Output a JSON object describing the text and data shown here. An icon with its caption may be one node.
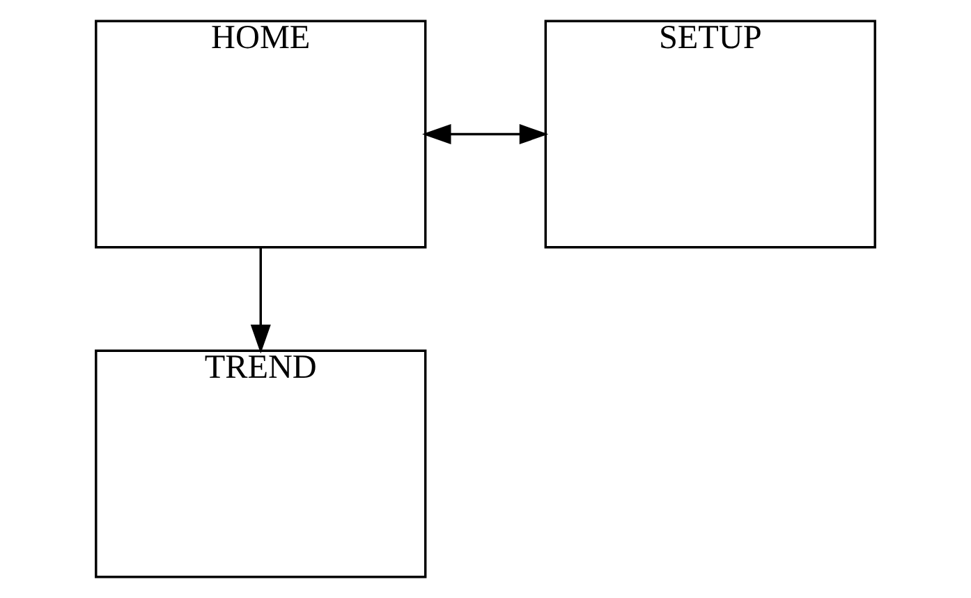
{
  "diagram": {
    "nodes": [
      {
        "text": [
          "HOME"
        ]
      },
      {
        "text": [
          "SETUP"
        ]
      },
      {
        "text": [
          "TREND"
        ]
      }
    ],
    "edges": [
      {
        "from": 0,
        "to": 1,
        "arrow": "both"
      },
      {
        "from": 0,
        "to": 2,
        "arrow": "to"
      }
    ]
  }
}
